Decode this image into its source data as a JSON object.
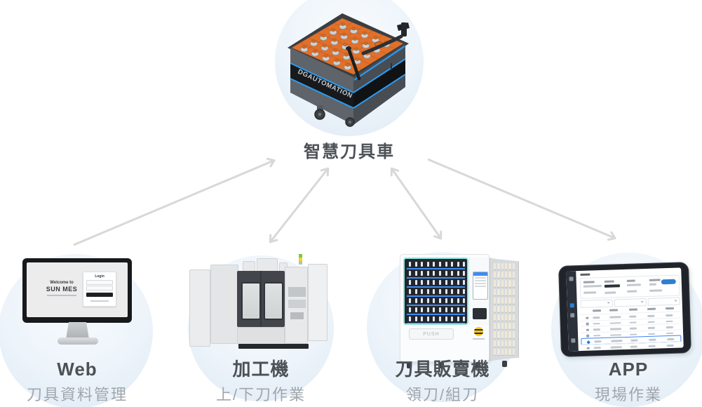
{
  "hub": {
    "label": "智慧刀具車",
    "brand": "DGAUTOMATION"
  },
  "nodes": [
    {
      "id": "web",
      "title": "Web",
      "subtitle": "刀具資料管理"
    },
    {
      "id": "machine",
      "title": "加工機",
      "subtitle": "上/下刀作業"
    },
    {
      "id": "vending",
      "title": "刀具販賣機",
      "subtitle": "領刀/組刀"
    },
    {
      "id": "app",
      "title": "APP",
      "subtitle": "現場作業"
    }
  ],
  "web_screen": {
    "welcome_line1": "Welcome to",
    "welcome_line2": "SUN MES",
    "login_title": "Login"
  },
  "vending_machine": {
    "push_label": "PUSH"
  },
  "arrows": [
    {
      "from": "web",
      "to": "hub",
      "bidirectional": false
    },
    {
      "from": "hub",
      "to": "machine",
      "bidirectional": true
    },
    {
      "from": "hub",
      "to": "vending",
      "bidirectional": true
    },
    {
      "from": "hub",
      "to": "app",
      "bidirectional": false
    }
  ],
  "colors": {
    "circle_fill": "#e7f0f8",
    "arrow": "#d8d8d8",
    "accent_blue": "#2b9cf2",
    "deck_orange": "#e2702a",
    "trim_cyan": "#8fe3df",
    "app_button_blue": "#2e7fd1",
    "title_text": "#4c5156",
    "subtitle_text": "#a0a6ac"
  }
}
